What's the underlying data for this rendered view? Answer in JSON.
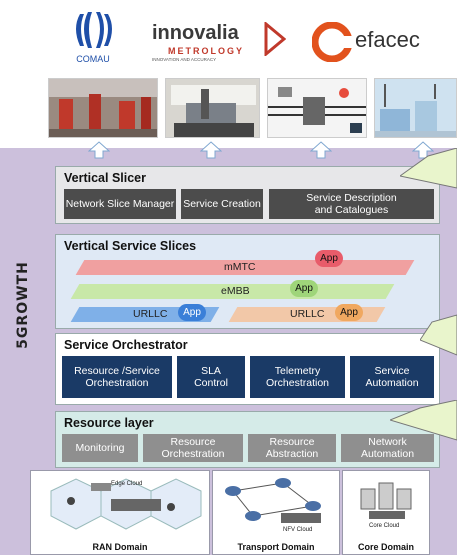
{
  "logos": {
    "comau": "COMAU",
    "innovalia_name": "innovalia",
    "innovalia_sub": "METROLOGY",
    "innovalia_tag": "INNOVATION AND ACCURACY",
    "efacec": "efacec"
  },
  "side_label": "5GROWTH",
  "vertical_slicer": {
    "title": "Vertical Slicer",
    "boxes": [
      "Network Slice Manager",
      "Service Creation",
      "Service Description and Catalogues"
    ]
  },
  "vertical_service_slices": {
    "title": "Vertical Service Slices",
    "mmtc": "mMTC",
    "embb": "eMBB",
    "urllc_left": "URLLC",
    "urllc_right": "URLLC",
    "app": "App"
  },
  "service_orchestrator": {
    "title": "Service Orchestrator",
    "boxes": [
      "Resource /Service Orchestration",
      "SLA Control",
      "Telemetry Orchestration",
      "Service Automation"
    ]
  },
  "resource_layer": {
    "title": "Resource layer",
    "boxes": [
      "Monitoring",
      "Resource Orchestration",
      "Resource Abstraction",
      "Network Automation"
    ]
  },
  "domains": {
    "ran": "RAN Domain",
    "ran_cloud": "Edge Cloud",
    "transport": "Transport Domain",
    "transport_cloud": "NFV Cloud",
    "core": "Core Domain",
    "core_cloud": "Core Cloud"
  },
  "colors": {
    "purple_bg": "#ccc0dc",
    "dark_box": "#4c4c4c",
    "navy_box": "#1a3a66",
    "gray_box": "#8f8f8f",
    "mmtc": "#f0a0a0",
    "embb": "#c8e8a8",
    "urllc_left": "#7fb0e8",
    "urllc_right": "#f2c8a8",
    "callout": "#e9f5cc"
  }
}
